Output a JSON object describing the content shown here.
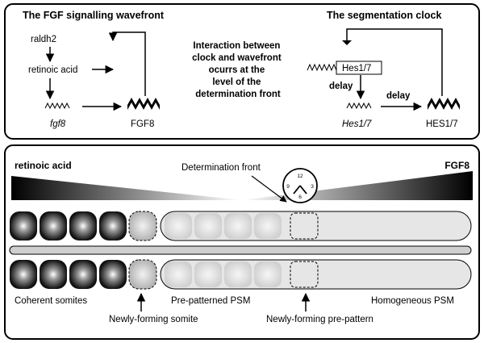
{
  "top_panel": {
    "fgf_title": "The FGF signalling wavefront",
    "raldh2": "raldh2",
    "retinoic_acid": "retinoic acid",
    "fgf8_gene": "fgf8",
    "fgf8_protein": "FGF8",
    "interaction_text": [
      "Interaction between",
      "clock and wavefront",
      "ocurrs at the",
      "level of the",
      "determination front"
    ],
    "clock_title": "The segmentation clock",
    "hes_box": "Hes1/7",
    "delay_1": "delay",
    "delay_2": "delay",
    "hes_gene": "Hes1/7",
    "hes_protein": "HES1/7"
  },
  "bottom_panel": {
    "gradient_left_label": "retinoic acid",
    "gradient_right_label": "FGF8",
    "determination_front": "Determination front",
    "clock_face": {
      "n12": "12",
      "n3": "3",
      "n6": "6",
      "n9": "9"
    },
    "coherent_somites": "Coherent somites",
    "prepatterned_psm": "Pre-patterned PSM",
    "homogeneous_psm": "Homogeneous PSM",
    "newly_forming_somite": "Newly-forming somite",
    "newly_forming_prepattern": "Newly-forming pre-pattern"
  }
}
